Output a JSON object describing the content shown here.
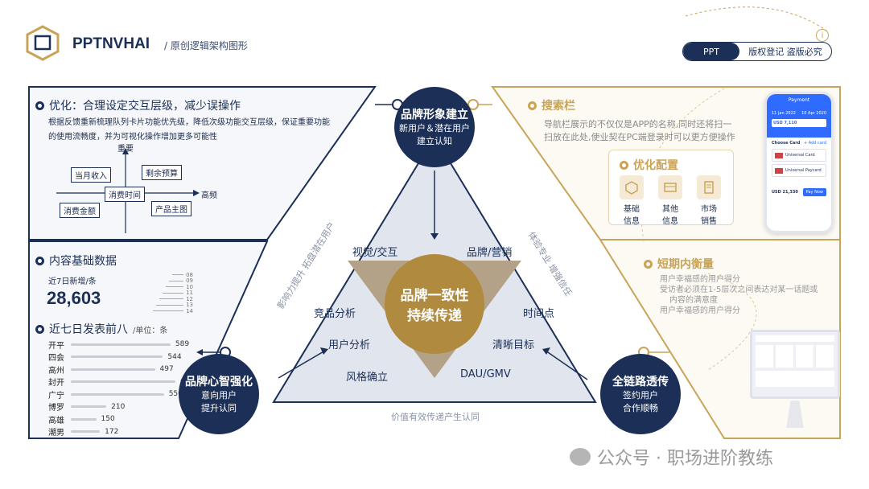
{
  "header": {
    "title": "PPTNVHAI",
    "subtitle": "/ 原创逻辑架构图形"
  },
  "badge": {
    "left": "PPT",
    "right": "版权登记 盗版必究"
  },
  "left_panel": {
    "optimize_title": "优化：合理设定交互层级，减少误操作",
    "optimize_desc_1": "根据反馈重新梳理队列卡片功能优先级，降低次级功能交互层级，保证重要功能",
    "optimize_desc_2": "的使用流畅度，并为可视化操作增加更多可能性",
    "matrix": {
      "up": "重要",
      "right": "高频",
      "center": "消费时间",
      "q1": "当月收入",
      "q2": "剩余预算",
      "q3": "消费金额",
      "q4": "产品主图"
    },
    "content_title": "内容基础数据",
    "new_label": "近7日新增/条",
    "new_value": "28,603",
    "ticks": [
      "08",
      "09",
      "10",
      "11",
      "12",
      "13",
      "14"
    ],
    "rank_title": "近七日发表前八",
    "rank_unit": "/单位：条"
  },
  "chart_data": {
    "type": "bar",
    "title": "近七日发表前八",
    "categories": [
      "开平",
      "四会",
      "高州",
      "封开",
      "广宁",
      "博罗",
      "高雄",
      "潮男"
    ],
    "values": [
      589,
      544,
      497,
      618,
      550,
      210,
      150,
      172
    ]
  },
  "center": {
    "top_circle": {
      "title": "品牌形象建立",
      "line1": "新用户＆潜在用户",
      "line2": "建立认知"
    },
    "left_circle": {
      "title": "品牌心智强化",
      "line1": "意向用户",
      "line2": "提升认同"
    },
    "right_circle": {
      "title": "全链路透传",
      "line1": "签约用户",
      "line2": "合作顺畅"
    },
    "core_1": "品牌一致性",
    "core_2": "持续传递",
    "labels": {
      "visual": "视觉/交互",
      "brand": "品牌/营销",
      "competitor": "竞品分析",
      "time": "时间点",
      "user": "用户分析",
      "goal": "清晰目标",
      "style": "风格确立",
      "dau": "DAU/GMV"
    },
    "left_edge": "影响力提升 拓盘潜在用户",
    "right_edge": "体验专业 增强信任",
    "bottom_edge": "价值有效传递产生认同"
  },
  "right_panel": {
    "search_title": "搜索栏",
    "search_desc_1": "导航栏展示的不仅仅是APP的名称,同时还将扫一",
    "search_desc_2": "扫放在此处,使业契在PC端登录时可以更方便操作",
    "config_title": "优化配置",
    "config_items": [
      {
        "icon": "box-icon",
        "l1": "基础",
        "l2": "信息"
      },
      {
        "icon": "card-icon",
        "l1": "其他",
        "l2": "信息"
      },
      {
        "icon": "scroll-icon",
        "l1": "市场",
        "l2": "销售"
      }
    ],
    "balance_title": "短期内衡量",
    "bullets": [
      "用户幸福感的用户得分",
      "受访者必须在1-5层次之间表达对某一话题或",
      "内容的满意度",
      "用户幸福感的用户得分"
    ]
  },
  "phone": {
    "title": "Payment",
    "date1": "11 Jan 2022",
    "date2": "10 Apr 2020",
    "amount": "USD 7,110",
    "choose": "Choose Card",
    "add": "+ Add card",
    "card1": "Universal Card",
    "card2": "Universal Paycard",
    "total": "USD 21,330",
    "pay": "Pay Now"
  },
  "watermark": "公众号 · 职场进阶教练",
  "colors": {
    "navy": "#1b2f57",
    "gold": "#c9a458",
    "triangle_fill": "#e1e5ed",
    "core_gold": "#b08a3e"
  }
}
